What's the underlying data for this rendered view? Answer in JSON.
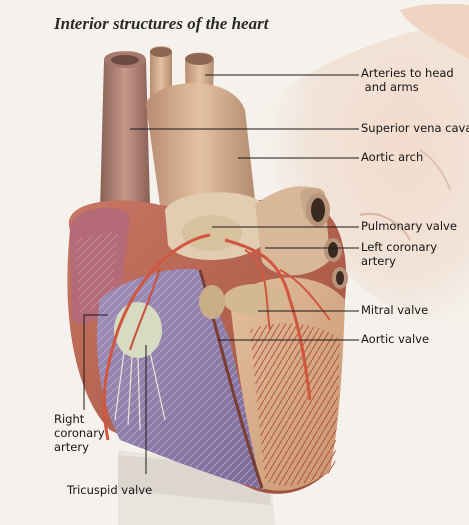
{
  "title": "Interior structures of the heart",
  "labels": {
    "arteries_to_head_and_arms": "Arteries to head\n and arms",
    "superior_vena_cava": "Superior vena cava",
    "aortic_arch": "Aortic arch",
    "pulmonary_valve": "Pulmonary valve",
    "left_coronary_artery": "Left coronary\nartery",
    "mitral_valve": "Mitral valve",
    "aortic_valve": "Aortic valve",
    "right_coronary_artery": "Right\ncoronary\nartery",
    "tricuspid_valve": "Tricuspid valve"
  }
}
